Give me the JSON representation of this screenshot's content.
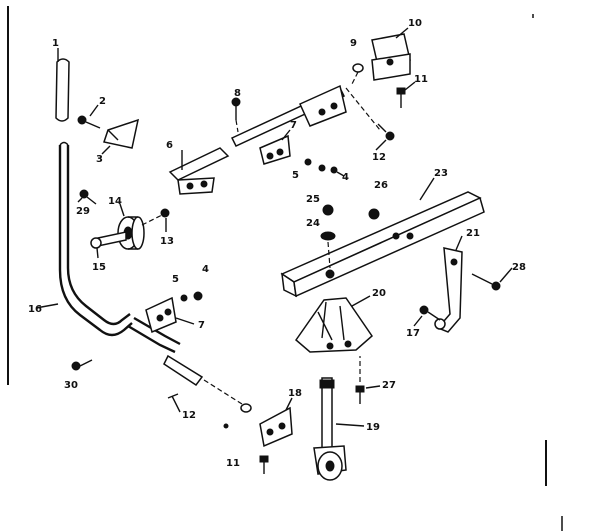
{
  "labels": {
    "l1": "1",
    "l2": "2",
    "l3": "3",
    "l4a": "4",
    "l4b": "4",
    "l5a": "5",
    "l5b": "5",
    "l6": "6",
    "l7a": "7",
    "l7b": "7",
    "l8": "8",
    "l9": "9",
    "l10": "10",
    "l11a": "11",
    "l11b": "11",
    "l12a": "12",
    "l12b": "12",
    "l13": "13",
    "l14": "14",
    "l15": "15",
    "l16": "16",
    "l17": "17",
    "l18": "18",
    "l19": "19",
    "l20": "20",
    "l21": "21",
    "l23": "23",
    "l24": "24",
    "l25": "25",
    "l26": "26",
    "l27": "27",
    "l28": "28",
    "l29": "29",
    "l30": "30"
  }
}
